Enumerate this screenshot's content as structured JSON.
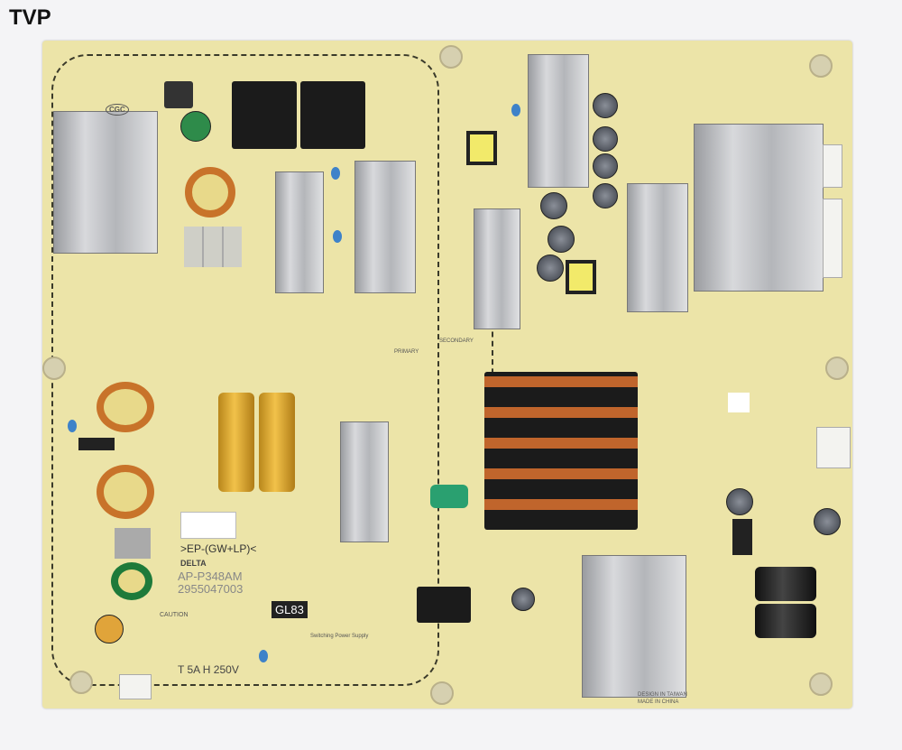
{
  "watermark": "TVP",
  "board": {
    "cert_mark": "CGC",
    "variant": ">EP-(GW+LP)<",
    "brand": "DELTA",
    "model": "AP-P348AM",
    "part_number": "2955047003",
    "code": "GL83",
    "fuse_rating": "T 5A H 250V",
    "caution": "CAUTION",
    "psu_label": "Switching Power Supply",
    "primary": "PRIMARY",
    "secondary": "SECONDARY",
    "design": "DESIGN IN TAIWAN",
    "made": "MADE IN CHINA",
    "colors": {
      "pcb": "#ece4a8",
      "heatsink": "#c8c9cc",
      "trace": "#3a3a2a"
    }
  }
}
